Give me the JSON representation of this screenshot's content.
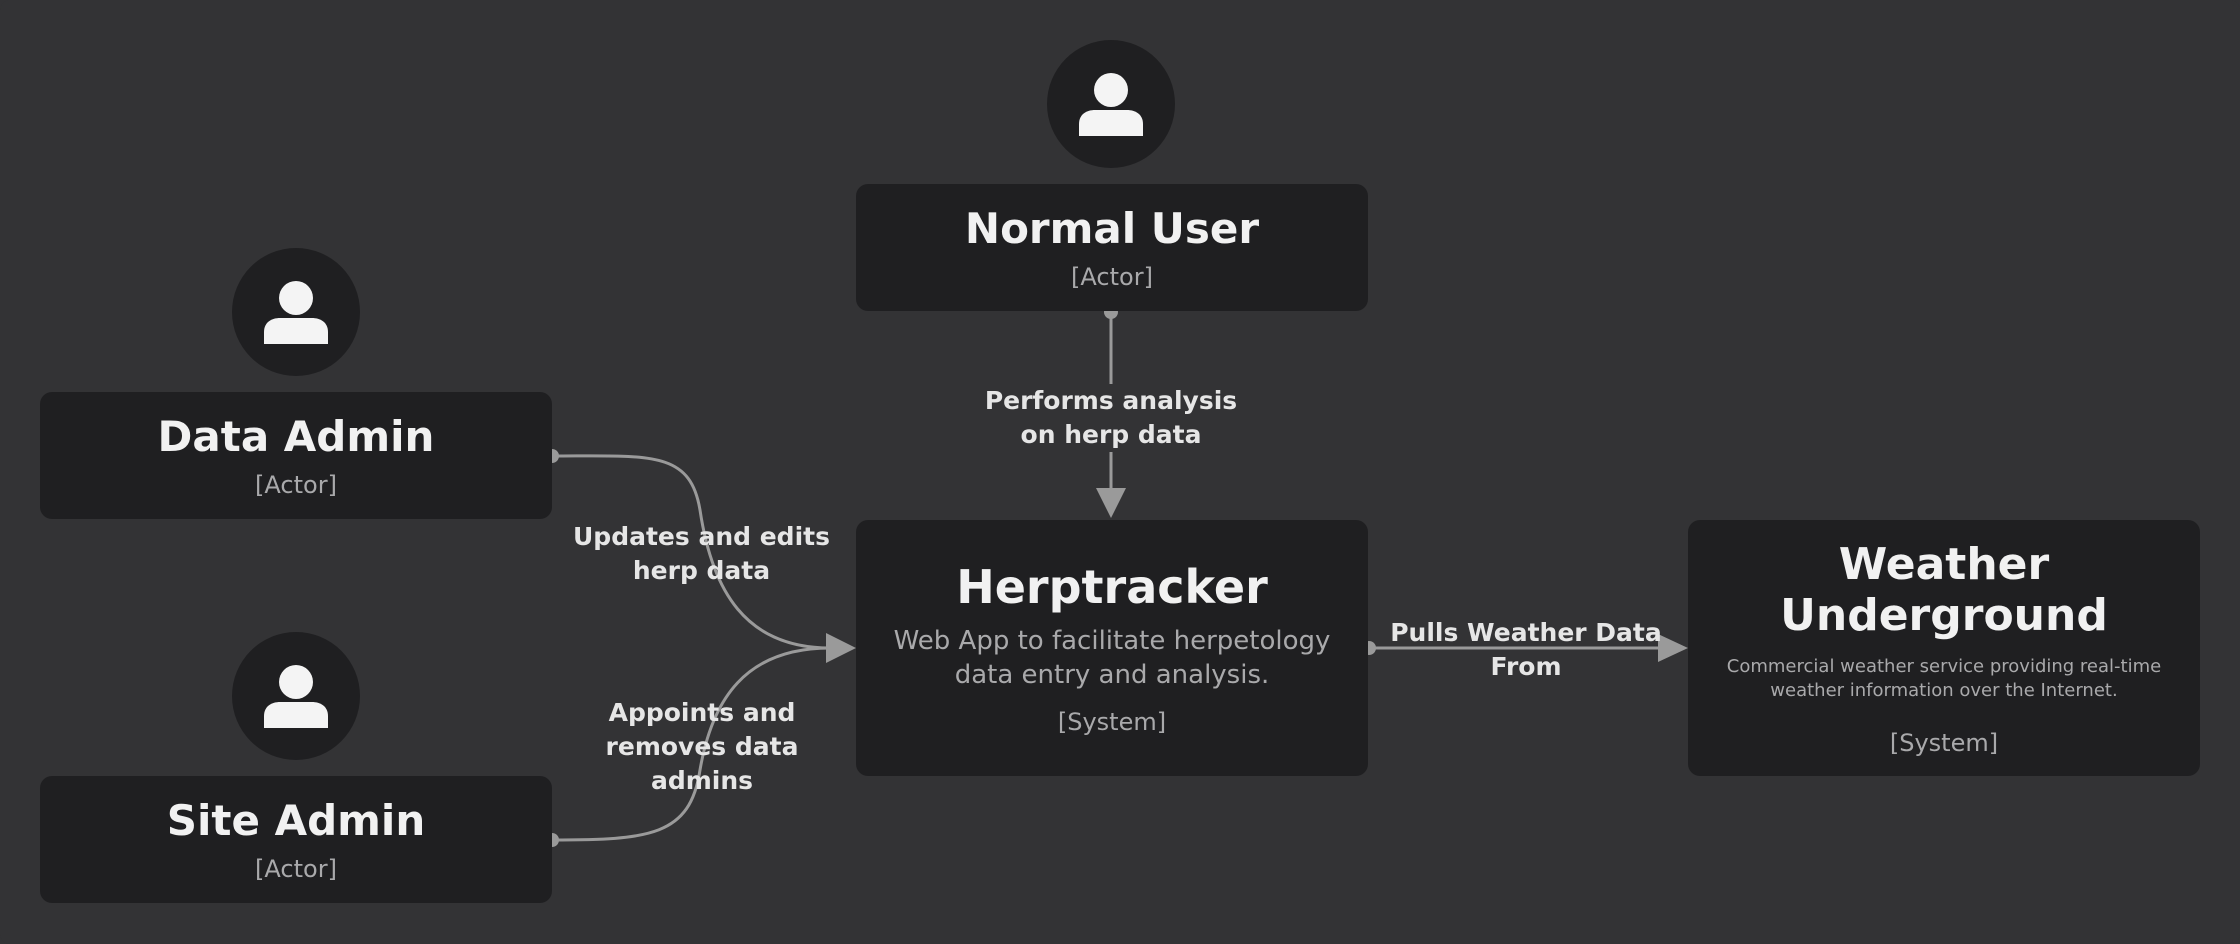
{
  "nodes": {
    "normal_user": {
      "name": "Normal User",
      "tag": "[Actor]"
    },
    "data_admin": {
      "name": "Data Admin",
      "tag": "[Actor]"
    },
    "site_admin": {
      "name": "Site Admin",
      "tag": "[Actor]"
    },
    "herptracker": {
      "name": "Herptracker",
      "description": "Web App to facilitate herpetology\ndata entry and analysis.",
      "tag": "[System]"
    },
    "weather_underground": {
      "name": "Weather Underground",
      "description": "Commercial weather service providing real-time\nweather information over the Internet.",
      "tag": "[System]"
    }
  },
  "edges": {
    "user_to_app": "Performs analysis\non herp data",
    "data_admin_to_app": "Updates and edits\nherp data",
    "site_admin_to_app": "Appoints and\nremoves data\nadmins",
    "app_to_weather": "Pulls Weather Data\nFrom"
  },
  "icons": {
    "actor": "person-icon"
  },
  "colors": {
    "background": "#333335",
    "box": "#1f1f21",
    "connector": "#9a9a9a"
  }
}
